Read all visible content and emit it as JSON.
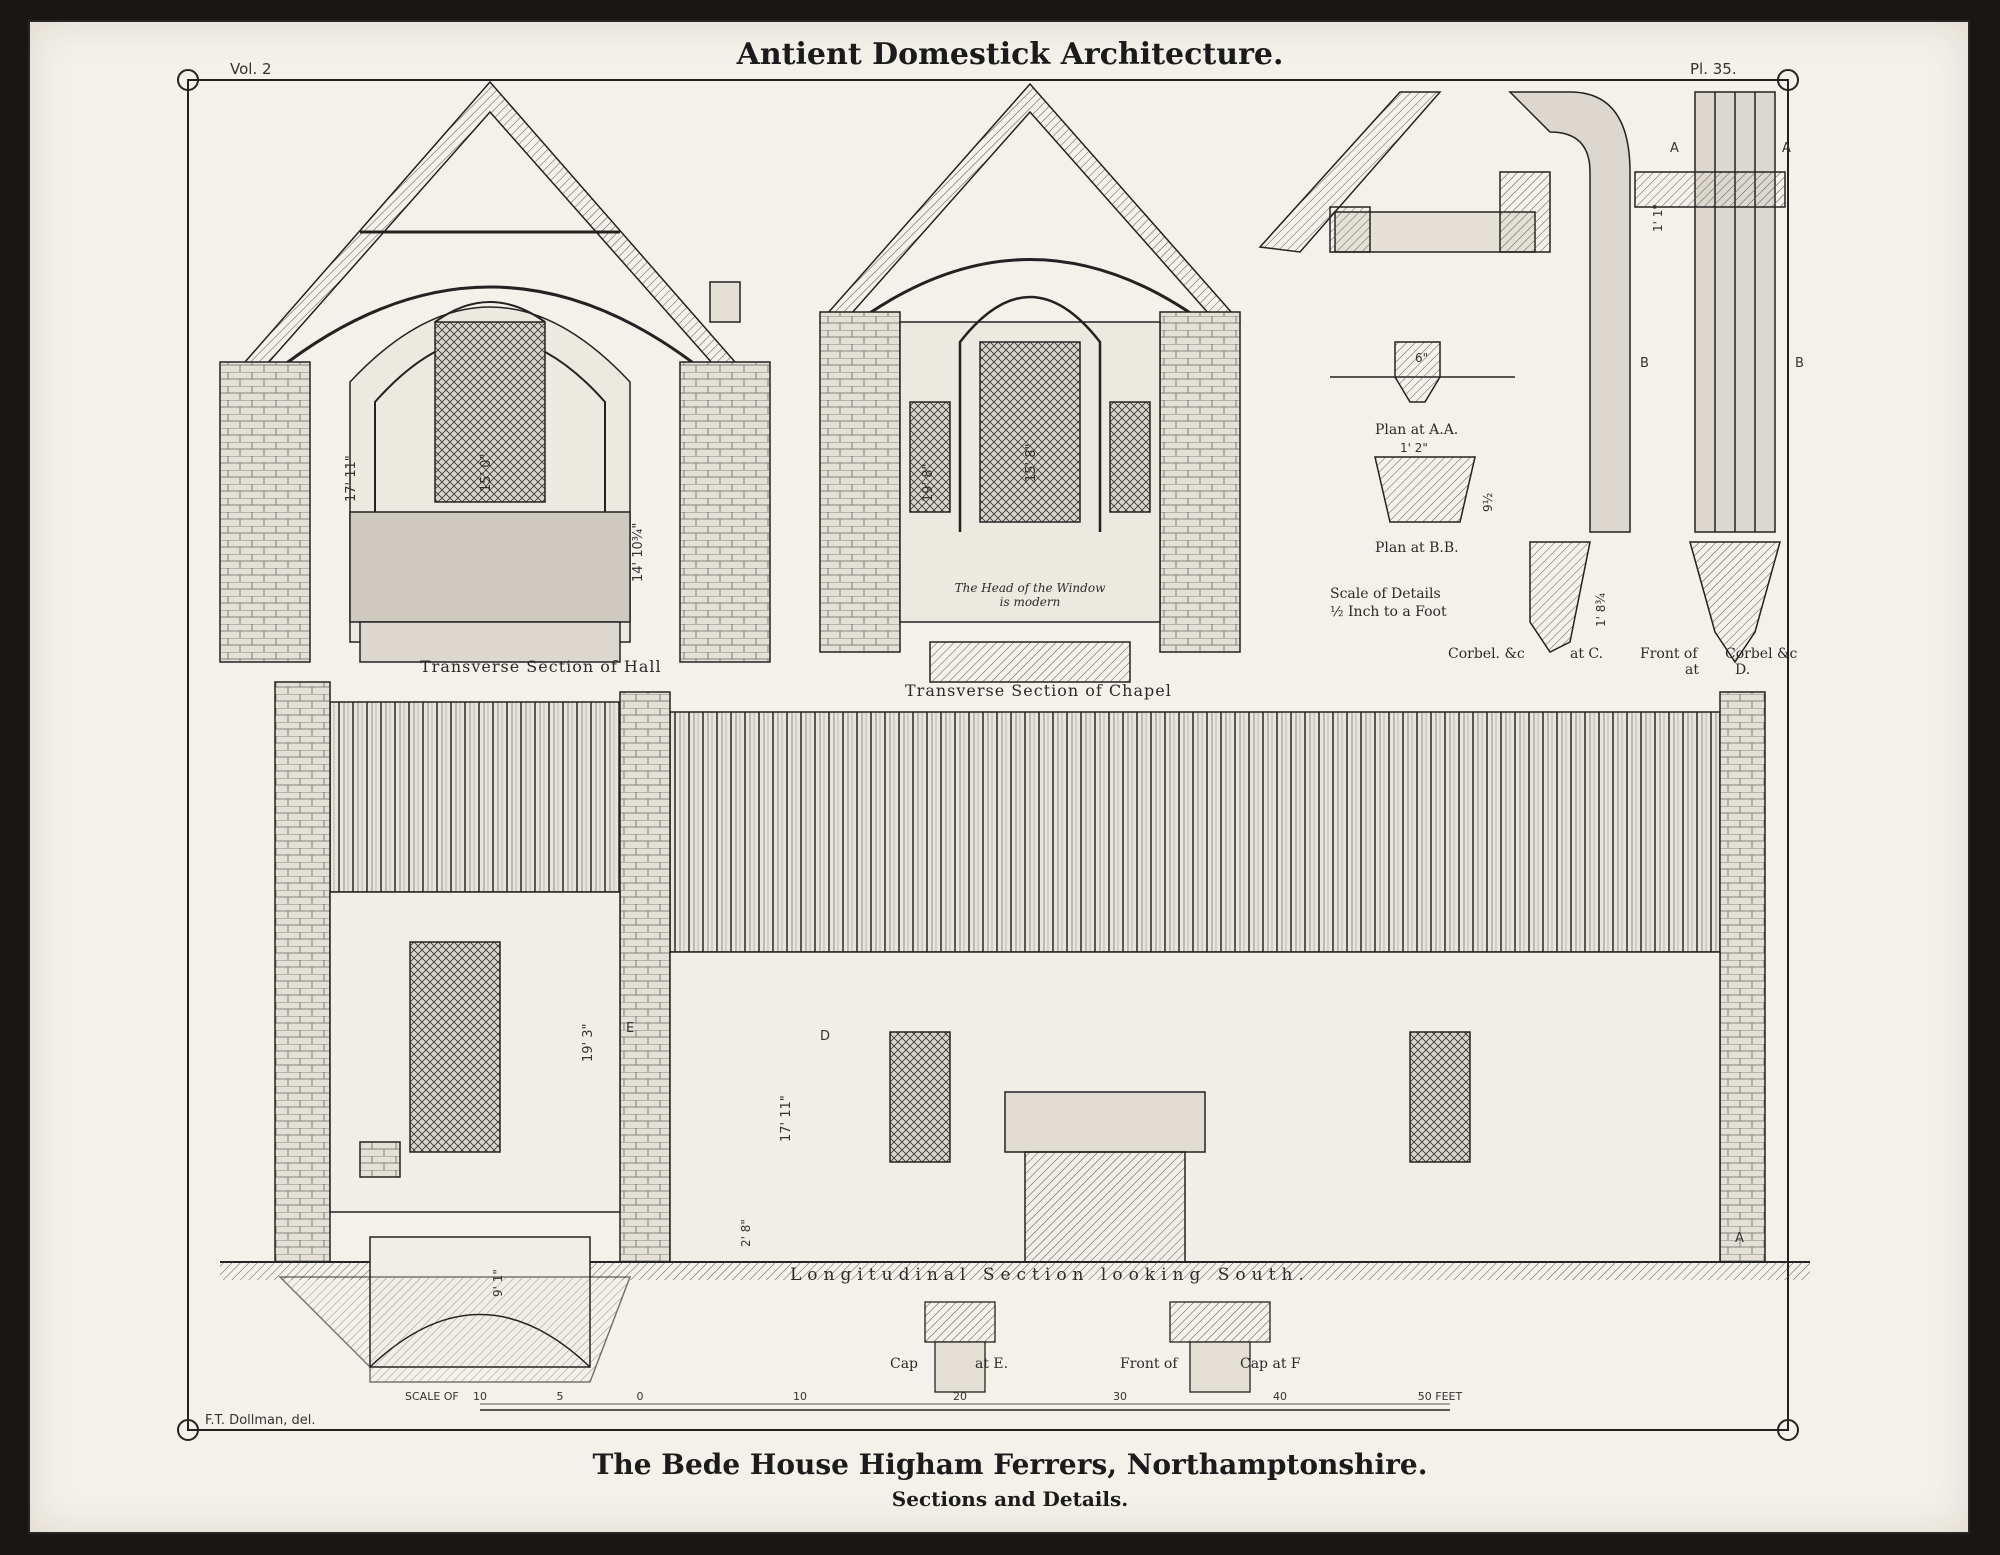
{
  "header": {
    "title": "Antient Domestick Architecture.",
    "volume": "Vol. 2",
    "plate": "Pl. 35."
  },
  "section_labels": {
    "hall": "Transverse Section of Hall",
    "chapel": "Transverse Section of Chapel",
    "longitudinal": "Longitudinal  Section  looking  South."
  },
  "window_note": [
    "The Head of the Window",
    "is modern"
  ],
  "details": {
    "plan_aa": "Plan at A.A.",
    "plan_bb": "Plan at B.B.",
    "scale_line1": "Scale of Details",
    "scale_line2": "½ Inch to a Foot",
    "corbel_c_left": "Corbel. &c",
    "corbel_c_right": "at C.",
    "front_of": "Front of",
    "at": "at",
    "corbel_d": "Corbel &c",
    "d": "D.",
    "a_left": "A",
    "a_right": "A",
    "b_left": "B",
    "b_right": "B",
    "dim_6": "6\"",
    "dim_1_2": "1' 2\"",
    "dim_9_half": "9½",
    "dim_1_1": "1' 1\"",
    "dim_1_8": "1' 8¾"
  },
  "dimensions": {
    "hall_height": "17' 11\"",
    "hall_window": "15' 0\"",
    "hall_side": "14' 10¾\"",
    "chapel_side": "19' 8\"",
    "chapel_window": "15' 8\"",
    "long_bay": "19' 3\"",
    "long_main": "17' 11\"",
    "long_step": "2' 8\"",
    "cellar": "9' 1\""
  },
  "markers": {
    "d": "D",
    "e": "E",
    "a": "A"
  },
  "caps": {
    "cap_e_1": "Cap",
    "cap_e_2": "at E.",
    "cap_f_1": "Front of",
    "cap_f_2": "Cap at F"
  },
  "scale": {
    "label": "SCALE OF",
    "ticks": [
      "10",
      "5",
      "0",
      "10",
      "20",
      "30",
      "40",
      "50 FEET"
    ]
  },
  "draughtsman": "F.T. Dollman, del.",
  "footer": {
    "title": "The Bede House Higham Ferrers, Northamptonshire.",
    "subtitle": "Sections and Details."
  },
  "colors": {
    "paper": "#f4f1ea",
    "ink": "#1b1b1b",
    "mount": "#1a1614"
  }
}
